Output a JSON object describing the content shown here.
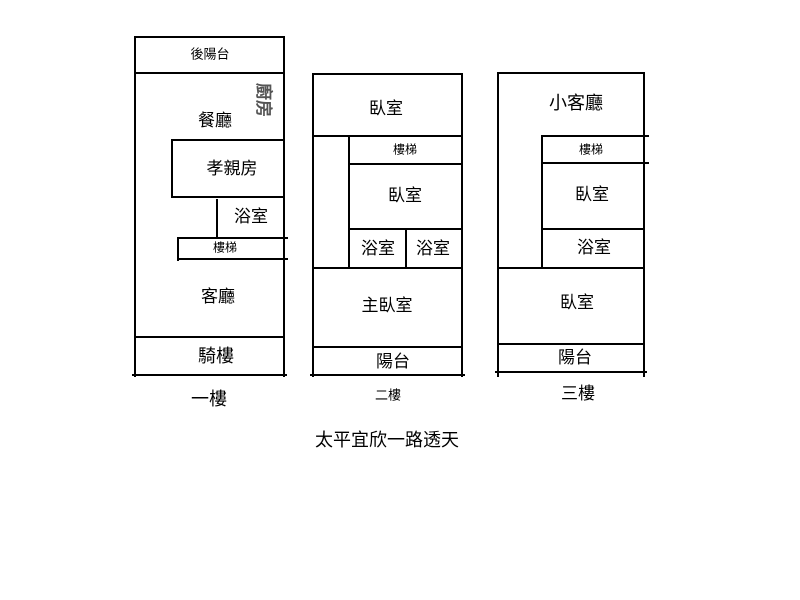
{
  "floor1": {
    "rear_balcony": "後陽台",
    "kitchen": "廚房",
    "dining": "餐廳",
    "elder_room": "孝親房",
    "bathroom": "浴室",
    "stairs": "樓梯",
    "living": "客廳",
    "arcade": "騎樓",
    "caption": "一樓"
  },
  "floor2": {
    "bedroom_front": "臥室",
    "stairs": "樓梯",
    "bedroom_mid": "臥室",
    "bathroom_a": "浴室",
    "bathroom_b": "浴室",
    "master": "主臥室",
    "balcony": "陽台",
    "caption": "二樓"
  },
  "floor3": {
    "small_living": "小客廳",
    "stairs": "樓梯",
    "bedroom_mid": "臥室",
    "bathroom": "浴室",
    "bedroom_front": "臥室",
    "balcony": "陽台",
    "caption": "三樓"
  },
  "title": "太平宜欣一路透天"
}
